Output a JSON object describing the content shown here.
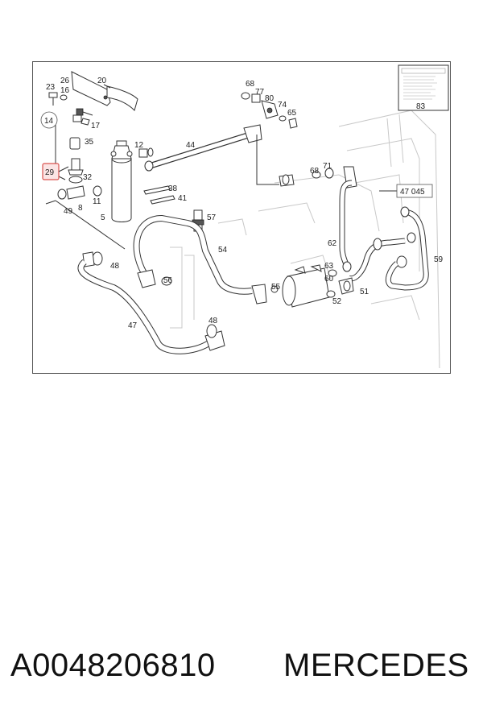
{
  "diagram": {
    "labels": {
      "l20": "20",
      "l23": "23",
      "l26": "26",
      "l16": "16",
      "l14": "14",
      "l17": "17",
      "l35": "35",
      "l29": "29",
      "l32": "32",
      "l11": "11",
      "l49": "49",
      "l8": "8",
      "l5": "5",
      "l12": "12",
      "l44": "44",
      "l38": "38",
      "l41": "41",
      "l57": "57",
      "l54": "54",
      "l48a": "48",
      "l48b": "48",
      "l56": "56",
      "l47": "47",
      "l55": "55",
      "l68a": "68",
      "l77": "77",
      "l80": "80",
      "l74": "74",
      "l65": "65",
      "l68b": "68",
      "l71": "71",
      "l47045": "47 045",
      "l62": "62",
      "l63": "63",
      "l60": "60",
      "l52": "52",
      "l51": "51",
      "l59": "59",
      "l83": "83"
    },
    "highlight_color": "#d9534f"
  },
  "footer": {
    "part_number": "A0048206810",
    "brand": "MERCEDES"
  }
}
